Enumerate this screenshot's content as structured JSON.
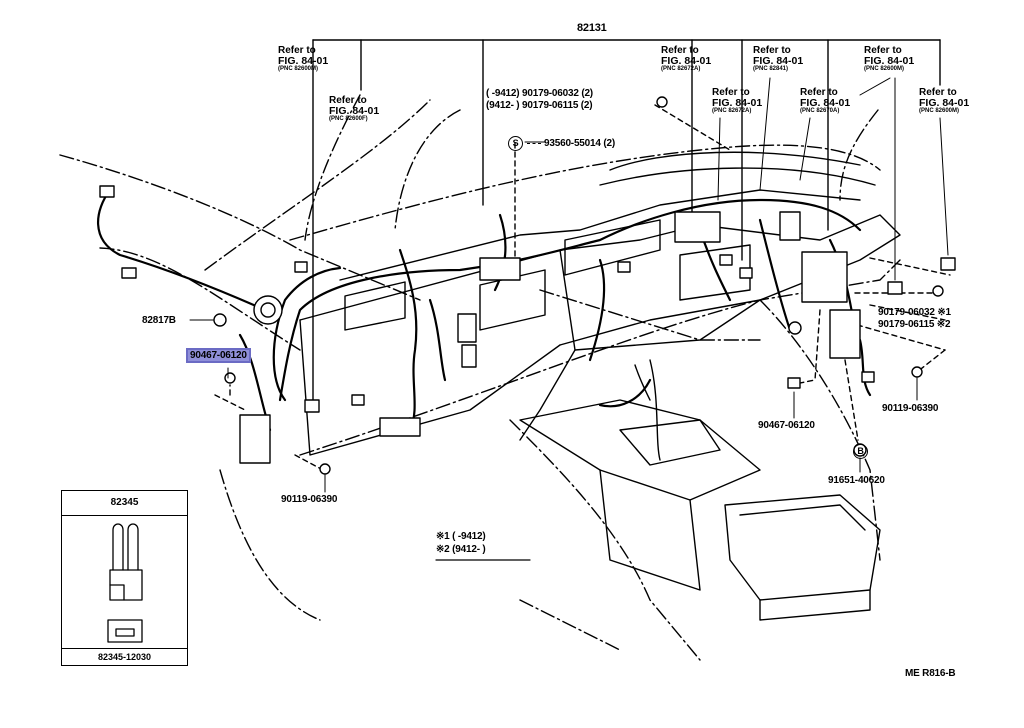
{
  "title_partno": "82131",
  "refs": [
    {
      "l1": "Refer to",
      "l2": "FIG. 84-01",
      "l3": "(PNC 82600M)"
    },
    {
      "l1": "Refer to",
      "l2": "FIG. 84-01",
      "l3": "(PNC 82600F)"
    },
    {
      "l1": "Refer to",
      "l2": "FIG. 84-01",
      "l3": "(PNC 82672A)"
    },
    {
      "l1": "Refer to",
      "l2": "FIG. 84-01",
      "l3": "(PNC 82841)"
    },
    {
      "l1": "Refer to",
      "l2": "FIG. 84-01",
      "l3": "(PNC 82600M)"
    },
    {
      "l1": "Refer to",
      "l2": "FIG. 84-01",
      "l3": "(PNC 82672A)"
    },
    {
      "l1": "Refer to",
      "l2": "FIG. 84-01",
      "l3": "(PNC 82670A)"
    },
    {
      "l1": "Refer to",
      "l2": "FIG. 84-01",
      "l3": "(PNC 82600M)"
    }
  ],
  "labels": {
    "bolt_range_a": "(      -9412)  90179-06032 (2)",
    "bolt_range_b": "(9412-       )  90179-06115 (2)",
    "screw_s": "93560-55014 (2)",
    "screw_s_symbol": "S",
    "clip_left": "82817B",
    "clip_highlight": "90467-06120",
    "bolt_left": "90119-06390",
    "nut_r1": "90179-06032 ※1",
    "nut_r2": "90179-06115 ※2",
    "bolt_right": "90119-06390",
    "clip_right": "90467-06120",
    "screw_b": "91651-40620",
    "screw_b_symbol": "B",
    "note1": "※1 (       -9412)",
    "note2": "※2 (9412-        )",
    "inset_head": "82345",
    "inset_foot": "82345-12030",
    "code": "ME  R816-B"
  }
}
